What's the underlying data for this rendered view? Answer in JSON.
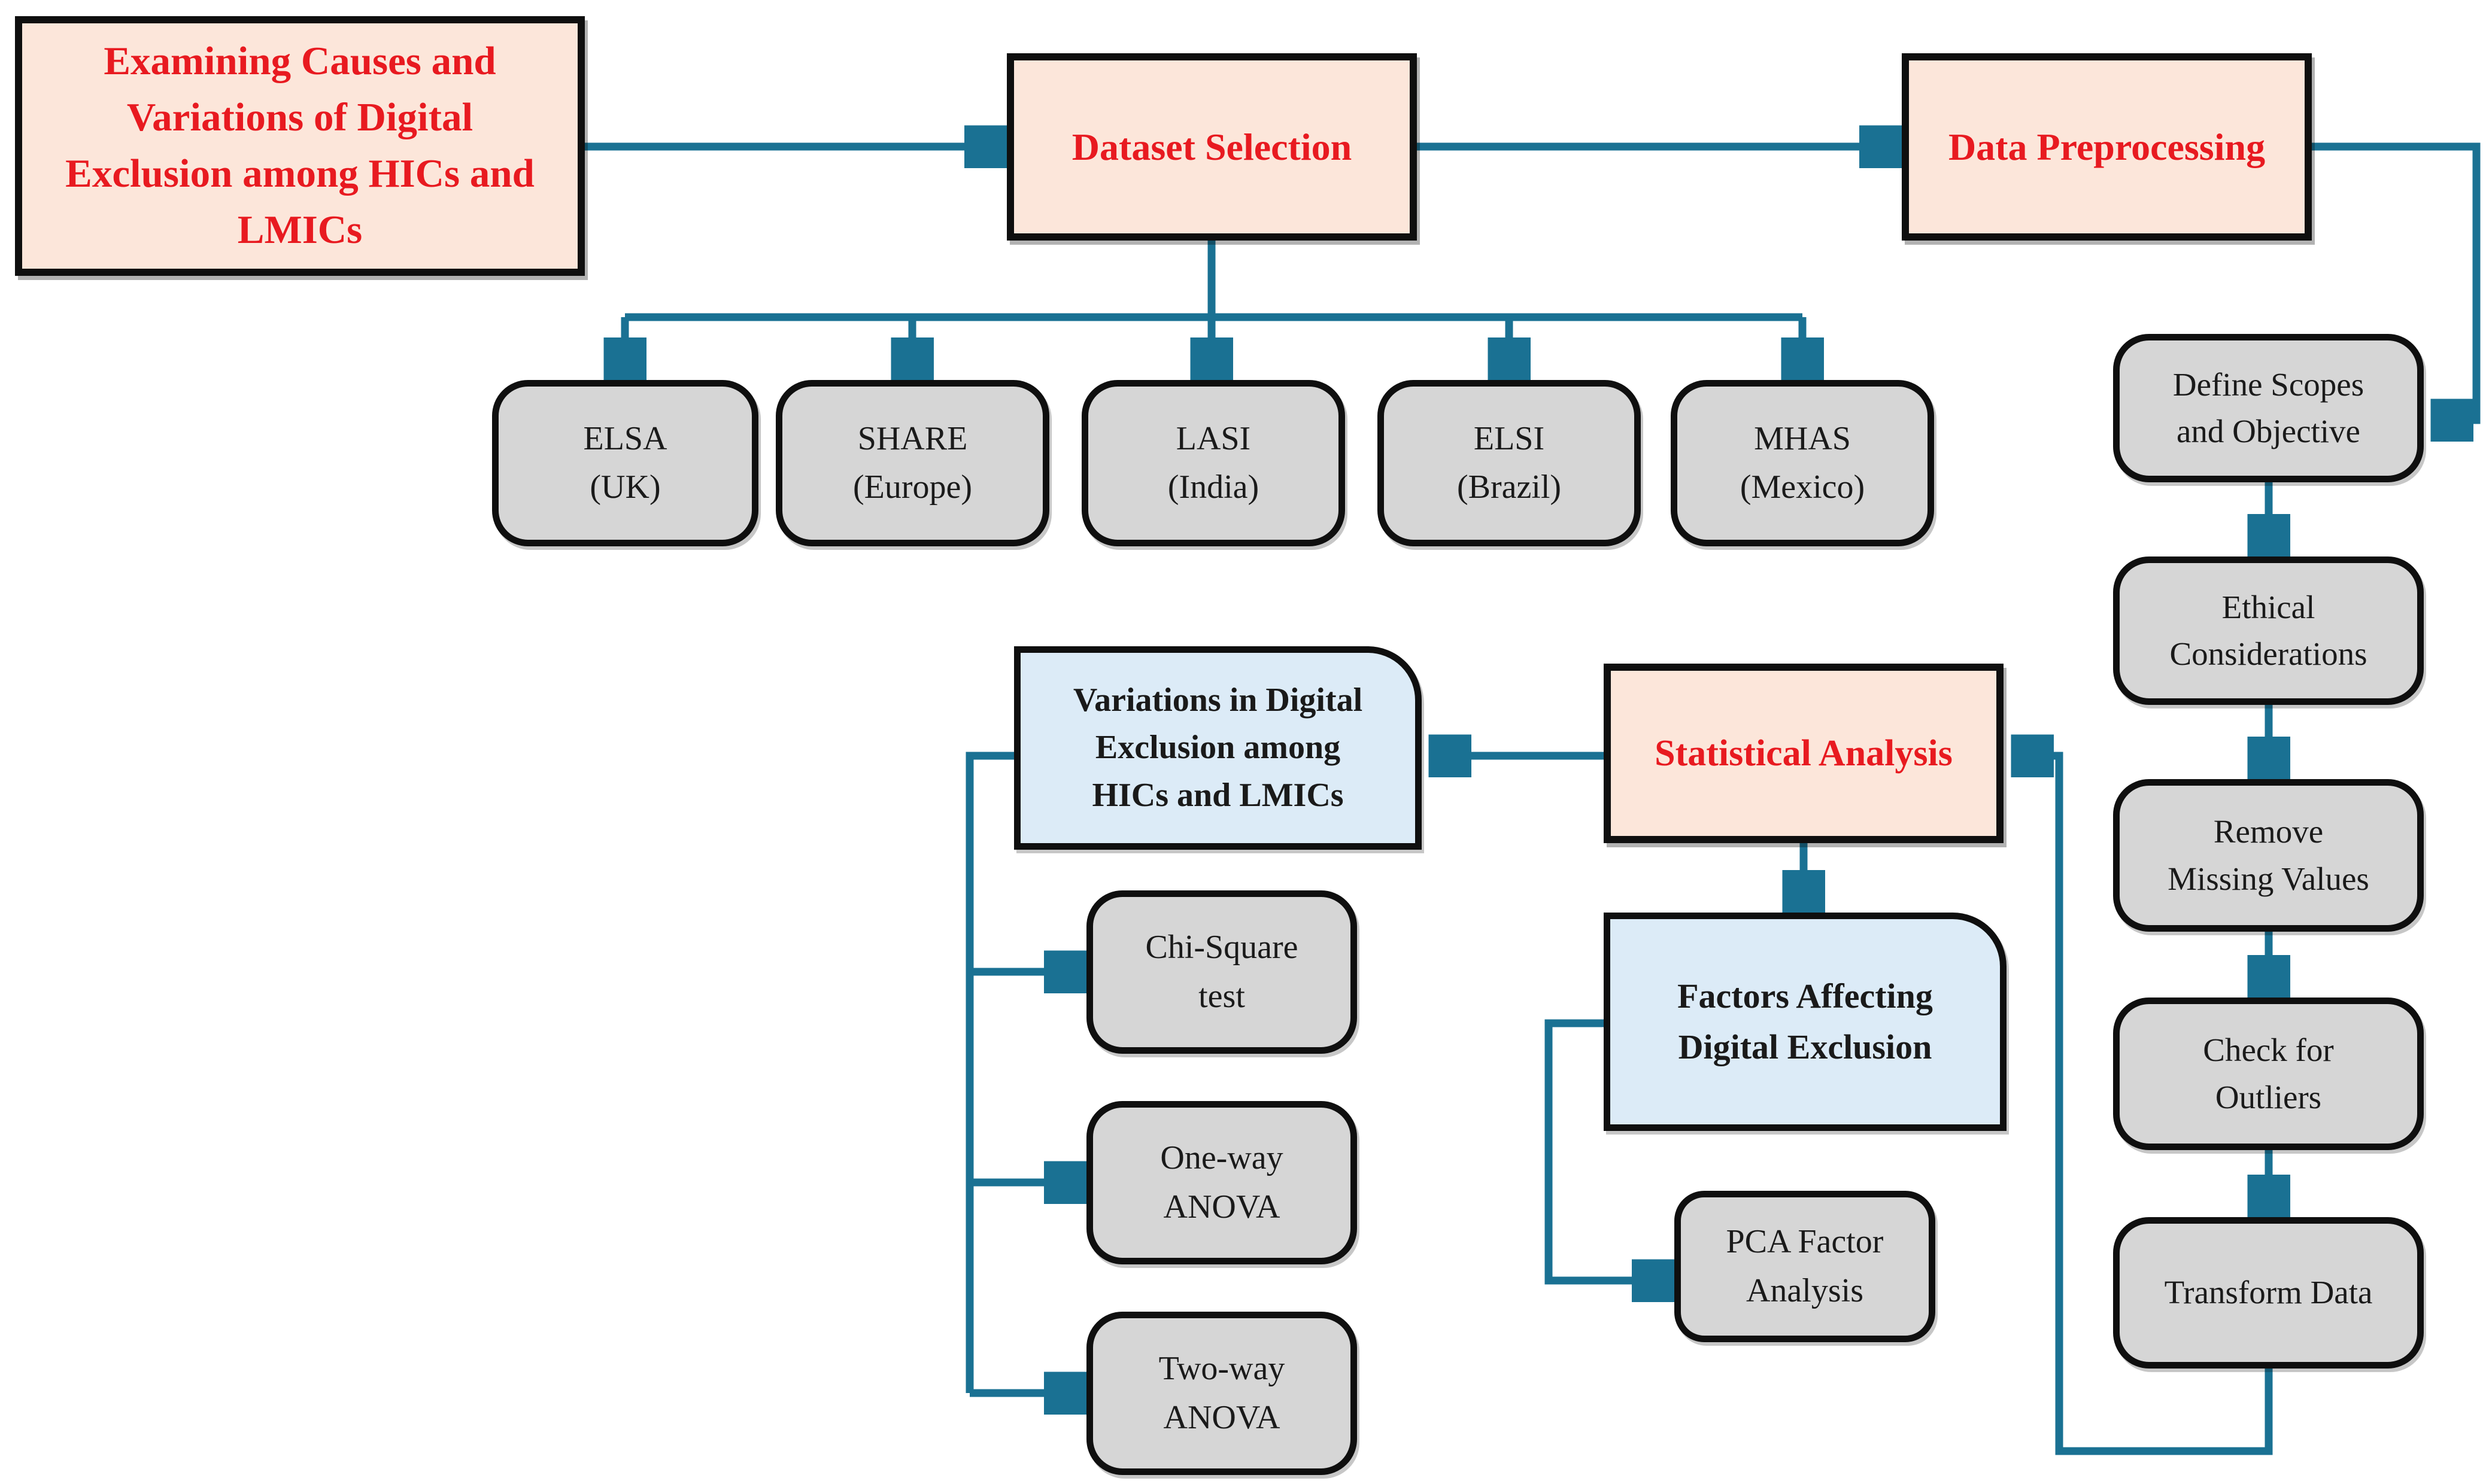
{
  "colors": {
    "accent": "#1a7193",
    "pink": "#fce6da",
    "blue": "#dcebf7",
    "gray": "#d6d6d6",
    "red": "#e81a20",
    "border": "#0f0f0f",
    "bg": "#ffffff"
  },
  "diagram": {
    "nodes": {
      "examining": {
        "label": "Examining Causes and\nVariations of Digital\nExclusion among HICs and\nLMICs"
      },
      "dataset_selection": {
        "label": "Dataset Selection"
      },
      "data_preprocessing": {
        "label": "Data Preprocessing"
      },
      "elsa": {
        "label": "ELSA\n(UK)"
      },
      "share": {
        "label": "SHARE\n(Europe)"
      },
      "lasi": {
        "label": "LASI\n(India)"
      },
      "elsi": {
        "label": "ELSI\n(Brazil)"
      },
      "mhas": {
        "label": "MHAS\n(Mexico)"
      },
      "define_scopes": {
        "label": "Define Scopes\nand Objective"
      },
      "ethical": {
        "label": "Ethical\nConsiderations"
      },
      "remove_missing": {
        "label": "Remove\nMissing Values"
      },
      "check_outliers": {
        "label": "Check for\nOutliers"
      },
      "transform_data": {
        "label": "Transform Data"
      },
      "statistical_analysis": {
        "label": "Statistical Analysis"
      },
      "variations": {
        "label": "Variations in Digital\nExclusion among\nHICs and LMICs"
      },
      "factors": {
        "label": "Factors Affecting\nDigital Exclusion"
      },
      "chi_square": {
        "label": "Chi-Square\ntest"
      },
      "one_way": {
        "label": "One-way\nANOVA"
      },
      "two_way": {
        "label": "Two-way\nANOVA"
      },
      "pca": {
        "label": "PCA Factor\nAnalysis"
      }
    },
    "edges": [
      {
        "from": "examining",
        "to": "dataset_selection"
      },
      {
        "from": "dataset_selection",
        "to": "data_preprocessing"
      },
      {
        "from": "dataset_selection",
        "to": "elsa"
      },
      {
        "from": "dataset_selection",
        "to": "share"
      },
      {
        "from": "dataset_selection",
        "to": "lasi"
      },
      {
        "from": "dataset_selection",
        "to": "elsi"
      },
      {
        "from": "dataset_selection",
        "to": "mhas"
      },
      {
        "from": "data_preprocessing",
        "to": "define_scopes"
      },
      {
        "from": "define_scopes",
        "to": "ethical"
      },
      {
        "from": "ethical",
        "to": "remove_missing"
      },
      {
        "from": "remove_missing",
        "to": "check_outliers"
      },
      {
        "from": "check_outliers",
        "to": "transform_data"
      },
      {
        "from": "transform_data",
        "to": "statistical_analysis"
      },
      {
        "from": "statistical_analysis",
        "to": "variations"
      },
      {
        "from": "statistical_analysis",
        "to": "factors"
      },
      {
        "from": "factors",
        "to": "pca"
      },
      {
        "from": "variations",
        "to": "chi_square"
      },
      {
        "from": "variations",
        "to": "one_way"
      },
      {
        "from": "variations",
        "to": "two_way"
      }
    ]
  }
}
